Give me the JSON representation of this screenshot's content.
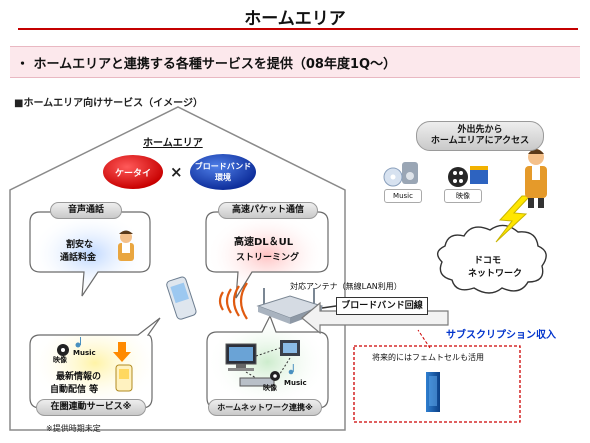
{
  "page": {
    "title": "ホームエリア",
    "banner": "・ ホームエリアと連携する各種サービスを提供（08年度1Q～）",
    "subheading": "■ホームエリア向けサービス（イメージ）",
    "footnote": "※提供時期未定"
  },
  "house": {
    "label": "ホームエリア",
    "keitai": "ケータイ",
    "cross": "×",
    "broadband_line1": "ブロードバンド",
    "broadband_line2": "環境"
  },
  "voice": {
    "header": "音声通話",
    "line1": "割安な",
    "line2": "通話料金"
  },
  "packet": {
    "header": "高速パケット通信",
    "line1": "高速DL＆UL",
    "line2": "ストリーミング"
  },
  "area_service": {
    "header": "在圏連動サービス※",
    "movie": "映像",
    "music": "Music",
    "line1": "最新情報の",
    "line2": "自動配信 等"
  },
  "home_network": {
    "header": "ホームネットワーク連携※",
    "movie": "映像",
    "music": "Music"
  },
  "antenna": "対応アンテナ（無線LAN利用）",
  "broadband_line": "ブロードバンド回線",
  "outside": {
    "line1": "外出先から",
    "line2": "ホームエリアにアクセス",
    "music": "Music",
    "movie": "映像"
  },
  "docomo": {
    "line1": "ドコモ",
    "line2": "ネットワーク"
  },
  "subscription": "サブスクリプション収入",
  "femtocell": "将来的にはフェムトセルも活用",
  "colors": {
    "accent_red": "#c40000",
    "banner_pink": "#fce8ec",
    "keitai_red": "#dd0000",
    "broadband_blue": "#1a3fb0",
    "subscription_blue": "#0033cc"
  }
}
